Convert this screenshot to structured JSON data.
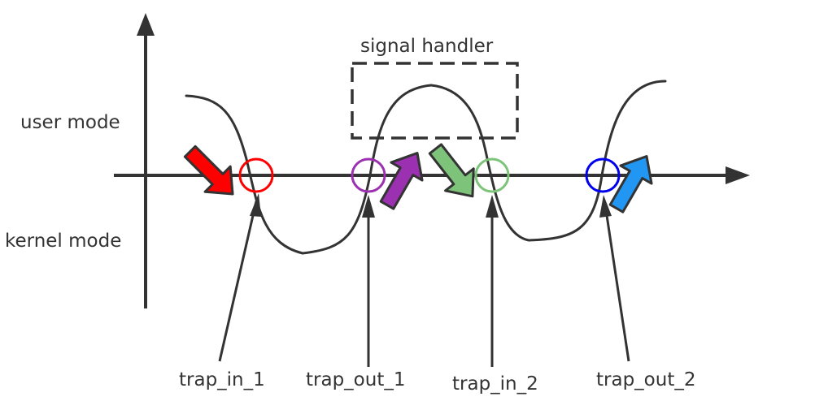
{
  "labels": {
    "user_mode": "user mode",
    "kernel_mode": "kernel mode",
    "signal_handler": "signal handler",
    "trap_in_1": "trap_in_1",
    "trap_out_1": "trap_out_1",
    "trap_in_2": "trap_in_2",
    "trap_out_2": "trap_out_2"
  },
  "colors": {
    "line": "#333333",
    "trap_in_1": "#ff0000",
    "trap_out_1": "#9b30b0",
    "trap_in_2": "#7dc47a",
    "trap_out_2": "#0000ee",
    "arrow_down_1": "#ff0000",
    "arrow_up_1": "#9b30b0",
    "arrow_down_2": "#7dc47a",
    "arrow_up_2": "#2196f3",
    "arrow_outline": "#333333"
  }
}
